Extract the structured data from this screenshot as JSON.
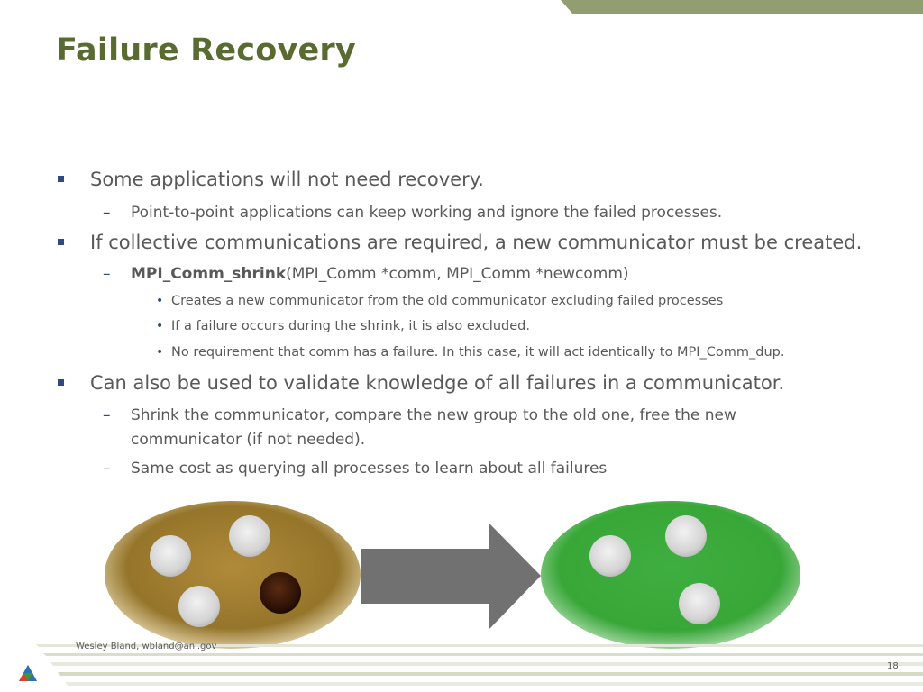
{
  "slide": {
    "title": "Failure Recovery",
    "bullets": [
      {
        "text": "Some applications will not need recovery."
      },
      {
        "text": "Point-to-point applications can keep working and ignore the failed processes."
      },
      {
        "text": "If collective communications are required, a new communicator must be created."
      },
      {
        "bold": "MPI_Comm_shrink",
        "rest": "(MPI_Comm *comm, MPI_Comm *newcomm)"
      },
      {
        "text": "Creates a new communicator from the old communicator excluding failed processes"
      },
      {
        "text": "If a failure occurs during the shrink, it is also excluded."
      },
      {
        "text": "No requirement that comm has a failure. In this case, it will act identically to MPI_Comm_dup."
      },
      {
        "text": "Can also be used to validate knowledge of all failures in a communicator."
      },
      {
        "line1": "Shrink the communicator, compare the new group to the old one, free the new",
        "line2": "communicator (if not needed)."
      },
      {
        "text": "Same cost as querying all processes to learn about all failures"
      }
    ],
    "markers": {
      "square": "▪",
      "dash": "–",
      "dot": "•"
    }
  },
  "diagram": {
    "old_group": {
      "color": "#9a7a2e",
      "processes": 4,
      "failed": 1
    },
    "arrow_color": "#717171",
    "new_group": {
      "color": "#3cad3c",
      "processes": 3
    }
  },
  "footer": {
    "author": "Wesley Bland, wbland@anl.gov",
    "page": "18"
  },
  "colors": {
    "title": "#5a6b32",
    "bullet": "#2e4a86",
    "accent_bar": "#939e70"
  }
}
